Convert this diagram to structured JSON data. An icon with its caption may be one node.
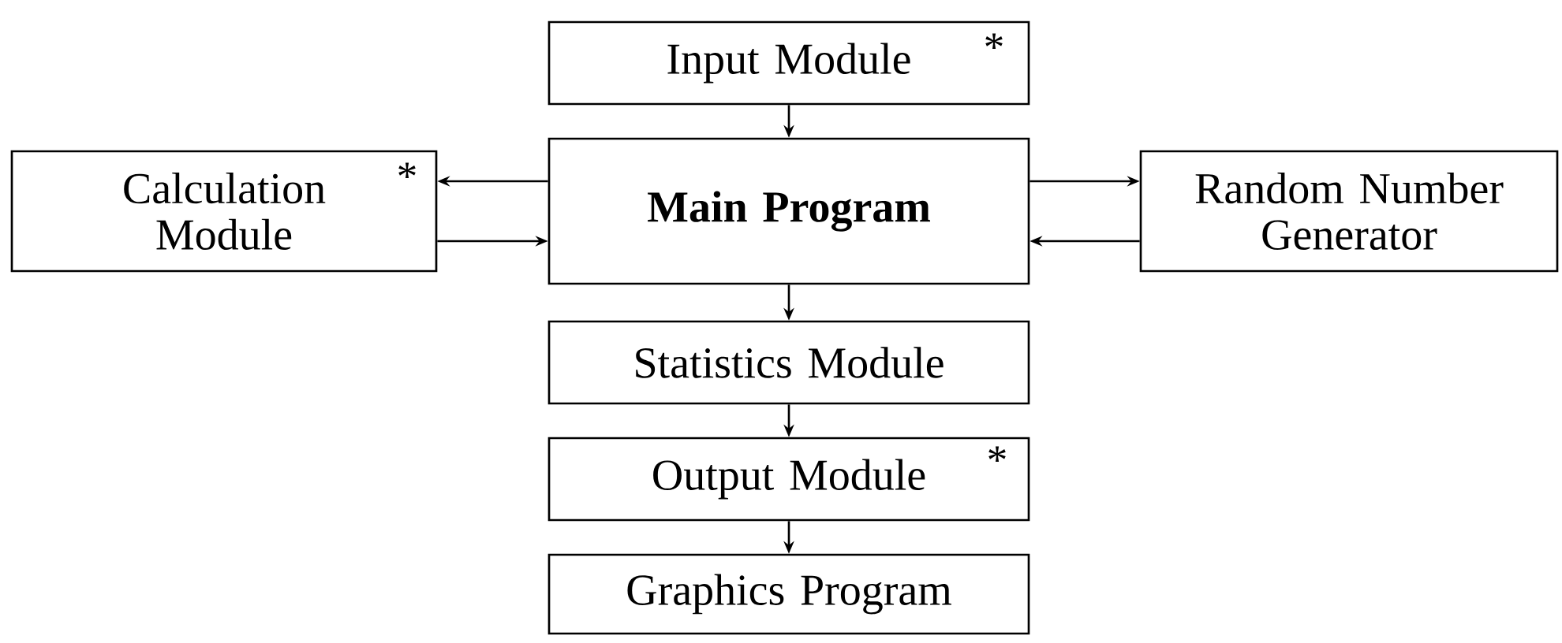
{
  "diagram": {
    "nodes": [
      {
        "text": [
          "Input Module",
          "*"
        ]
      },
      {
        "text": [
          "Main Program"
        ]
      },
      {
        "text": [
          "Calculation Module",
          "*"
        ]
      },
      {
        "text": [
          "Random Number Generator"
        ]
      },
      {
        "text": [
          "Statistics Module"
        ]
      },
      {
        "text": [
          "Output Module",
          "*"
        ]
      },
      {
        "text": [
          "Graphics Program"
        ]
      }
    ],
    "edges": [
      {
        "from": 0,
        "to": 1,
        "arrow": "to"
      },
      {
        "from": 1,
        "to": 2,
        "arrow": "to"
      },
      {
        "from": 2,
        "to": 1,
        "arrow": "to"
      },
      {
        "from": 1,
        "to": 3,
        "arrow": "to"
      },
      {
        "from": 3,
        "to": 1,
        "arrow": "to"
      },
      {
        "from": 1,
        "to": 4,
        "arrow": "to"
      },
      {
        "from": 4,
        "to": 5,
        "arrow": "to"
      },
      {
        "from": 5,
        "to": 6,
        "arrow": "to"
      }
    ]
  }
}
